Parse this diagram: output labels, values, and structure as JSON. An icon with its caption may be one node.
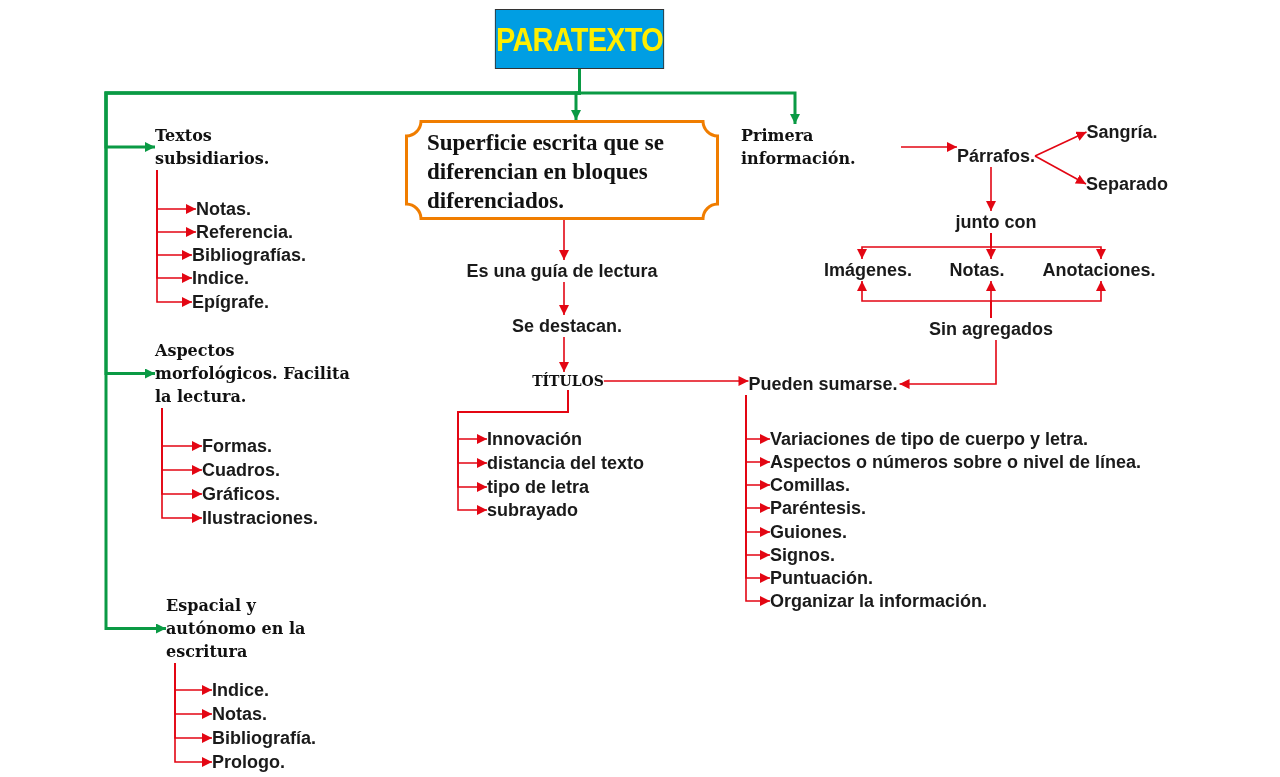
{
  "diagram": {
    "nodes": [
      {
        "text": [
          "PARATEXTO"
        ]
      },
      {
        "text": [
          "Textos subsidiarios."
        ]
      },
      {
        "text": [
          "Notas."
        ]
      },
      {
        "text": [
          "Referencia."
        ]
      },
      {
        "text": [
          "Bibliografías."
        ]
      },
      {
        "text": [
          "Indice."
        ]
      },
      {
        "text": [
          "Epígrafe."
        ]
      },
      {
        "text": [
          "Aspectos morfológicos. Facilita la lectura."
        ]
      },
      {
        "text": [
          "Formas."
        ]
      },
      {
        "text": [
          "Cuadros."
        ]
      },
      {
        "text": [
          "Gráficos."
        ]
      },
      {
        "text": [
          "Ilustraciones."
        ]
      },
      {
        "text": [
          "Espacial y autónomo en la escritura"
        ]
      },
      {
        "text": [
          "Indice."
        ]
      },
      {
        "text": [
          "Notas."
        ]
      },
      {
        "text": [
          "Bibliografía."
        ]
      },
      {
        "text": [
          "Prologo."
        ]
      },
      {
        "text": [
          "Superficie escrita que se diferencian en bloques diferenciados."
        ]
      },
      {
        "text": [
          "Es una guía de lectura"
        ]
      },
      {
        "text": [
          "Se destacan."
        ]
      },
      {
        "text": [
          "TÍTULOS"
        ]
      },
      {
        "text": [
          "Innovación"
        ]
      },
      {
        "text": [
          "distancia del texto"
        ]
      },
      {
        "text": [
          "tipo de letra"
        ]
      },
      {
        "text": [
          "subrayado"
        ]
      },
      {
        "text": [
          "Primera información."
        ]
      },
      {
        "text": [
          "Párrafos."
        ]
      },
      {
        "text": [
          "Sangría."
        ]
      },
      {
        "text": [
          "Separado"
        ]
      },
      {
        "text": [
          "junto con"
        ]
      },
      {
        "text": [
          "Imágenes."
        ]
      },
      {
        "text": [
          "Notas."
        ]
      },
      {
        "text": [
          "Anotaciones."
        ]
      },
      {
        "text": [
          "Sin agregados"
        ]
      },
      {
        "text": [
          "Pueden sumarse."
        ]
      },
      {
        "text": [
          "Variaciones de tipo de cuerpo y letra."
        ]
      },
      {
        "text": [
          "Aspectos o números sobre o nivel de línea."
        ]
      },
      {
        "text": [
          "Comillas."
        ]
      },
      {
        "text": [
          "Paréntesis."
        ]
      },
      {
        "text": [
          "Guiones."
        ]
      },
      {
        "text": [
          "Signos."
        ]
      },
      {
        "text": [
          "Puntuación."
        ]
      },
      {
        "text": [
          "Organizar la información."
        ]
      }
    ],
    "edges": [
      {
        "from": 0,
        "to": 1,
        "arrow": "to",
        "color": "#0a9a44"
      },
      {
        "from": 0,
        "to": 7,
        "arrow": "to",
        "color": "#0a9a44"
      },
      {
        "from": 0,
        "to": 12,
        "arrow": "to",
        "color": "#0a9a44"
      },
      {
        "from": 0,
        "to": 17,
        "arrow": "to",
        "color": "#0a9a44"
      },
      {
        "from": 0,
        "to": 25,
        "arrow": "to",
        "color": "#0a9a44"
      },
      {
        "from": 1,
        "to": 2,
        "arrow": "to"
      },
      {
        "from": 1,
        "to": 3,
        "arrow": "to"
      },
      {
        "from": 1,
        "to": 4,
        "arrow": "to"
      },
      {
        "from": 1,
        "to": 5,
        "arrow": "to"
      },
      {
        "from": 1,
        "to": 6,
        "arrow": "to"
      },
      {
        "from": 7,
        "to": 8,
        "arrow": "to"
      },
      {
        "from": 7,
        "to": 9,
        "arrow": "to"
      },
      {
        "from": 7,
        "to": 10,
        "arrow": "to"
      },
      {
        "from": 7,
        "to": 11,
        "arrow": "to"
      },
      {
        "from": 12,
        "to": 13,
        "arrow": "to"
      },
      {
        "from": 12,
        "to": 14,
        "arrow": "to"
      },
      {
        "from": 12,
        "to": 15,
        "arrow": "to"
      },
      {
        "from": 12,
        "to": 16,
        "arrow": "to"
      },
      {
        "from": 17,
        "to": 18,
        "arrow": "to"
      },
      {
        "from": 18,
        "to": 19,
        "arrow": "to"
      },
      {
        "from": 19,
        "to": 20,
        "arrow": "to"
      },
      {
        "from": 20,
        "to": 21,
        "arrow": "to"
      },
      {
        "from": 20,
        "to": 22,
        "arrow": "to"
      },
      {
        "from": 20,
        "to": 23,
        "arrow": "to"
      },
      {
        "from": 20,
        "to": 24,
        "arrow": "to"
      },
      {
        "from": 20,
        "to": 34,
        "arrow": "to"
      },
      {
        "from": 25,
        "to": 26,
        "arrow": "to"
      },
      {
        "from": 26,
        "to": 27,
        "arrow": "to"
      },
      {
        "from": 26,
        "to": 28,
        "arrow": "to"
      },
      {
        "from": 26,
        "to": 29,
        "arrow": "to"
      },
      {
        "from": 29,
        "to": 30,
        "arrow": "to"
      },
      {
        "from": 29,
        "to": 31,
        "arrow": "to"
      },
      {
        "from": 29,
        "to": 32,
        "arrow": "to"
      },
      {
        "from": 33,
        "to": 30,
        "arrow": "to"
      },
      {
        "from": 33,
        "to": 31,
        "arrow": "to"
      },
      {
        "from": 33,
        "to": 32,
        "arrow": "to"
      },
      {
        "from": 33,
        "to": 34,
        "arrow": "to"
      },
      {
        "from": 34,
        "to": 35,
        "arrow": "to"
      },
      {
        "from": 34,
        "to": 36,
        "arrow": "to"
      },
      {
        "from": 34,
        "to": 37,
        "arrow": "to"
      },
      {
        "from": 34,
        "to": 38,
        "arrow": "to"
      },
      {
        "from": 34,
        "to": 39,
        "arrow": "to"
      },
      {
        "from": 34,
        "to": 40,
        "arrow": "to"
      },
      {
        "from": 34,
        "to": 41,
        "arrow": "to"
      },
      {
        "from": 34,
        "to": 42,
        "arrow": "to"
      }
    ]
  }
}
